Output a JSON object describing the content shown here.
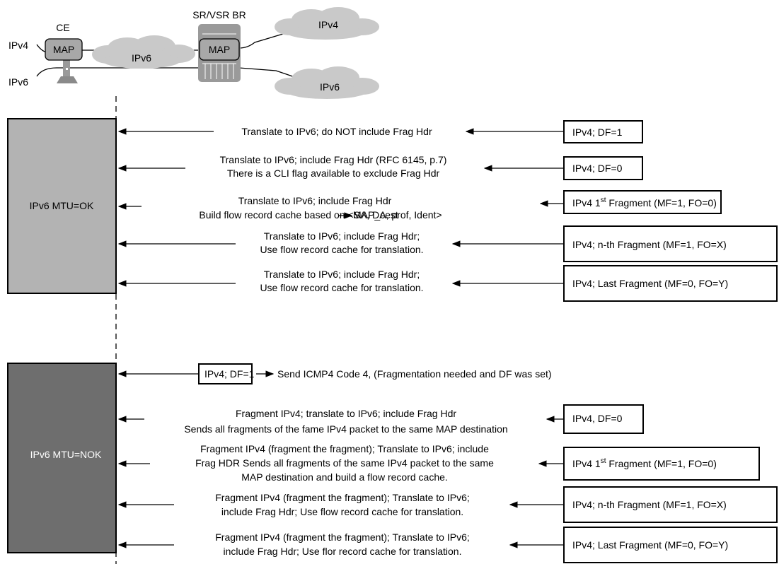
{
  "network": {
    "ce_label": "CE",
    "ce_map": "MAP",
    "br_label": "SR/VSR BR",
    "br_map": "MAP",
    "left_ipv4": "IPv4",
    "left_ipv6": "IPv6",
    "cloud_mid": "IPv6",
    "cloud_top_right": "IPv4",
    "cloud_bottom_right": "IPv6"
  },
  "ok_section": {
    "box_label": "IPv6 MTU=OK",
    "rows": [
      {
        "lines": [
          "Translate to IPv6; do NOT include Frag Hdr"
        ],
        "packet": "IPv4; DF=1"
      },
      {
        "lines": [
          "Translate to IPv6; include Frag Hdr (RFC 6145, p.7)",
          "There is a CLI flag available to exclude Frag Hdr"
        ],
        "packet": "IPv4; DF=0"
      },
      {
        "lines": [
          "Translate to IPv6; include Frag Hdr",
          "Build flow record cache based on <SA, DA, prof, Ident>"
        ],
        "cache_target": "MAP_cest",
        "packet_pre": "IPv4 1",
        "packet_sup": "st",
        "packet_post": " Fragment (MF=1, FO=0)"
      },
      {
        "lines": [
          "Translate to IPv6; include Frag Hdr;",
          "Use flow record cache for translation."
        ],
        "packet": "IPv4; n-th Fragment (MF=1, FO=X)"
      },
      {
        "lines": [
          "Translate to IPv6; include Frag Hdr;",
          "Use flow record cache for translation."
        ],
        "packet": "IPv4; Last Fragment (MF=0, FO=Y)"
      }
    ]
  },
  "nok_section": {
    "box_label": "IPv6 MTU=NOK",
    "first_row": {
      "packet": "IPv4; DF=1",
      "text": "Send ICMP4 Code 4, (Fragmentation needed and DF was set)"
    },
    "rows": [
      {
        "lines": [
          "Fragment IPv4; translate to IPv6; include Frag Hdr",
          "Sends all fragments of the fame IPv4 packet to the same MAP destination"
        ],
        "packet": "IPv4, DF=0"
      },
      {
        "lines": [
          "Fragment IPv4 (fragment the fragment); Translate to IPv6; include",
          "Frag HDR Sends all fragments of the same IPv4 packet to the same",
          "MAP destination and build a flow record cache."
        ],
        "packet_pre": "IPv4 1",
        "packet_sup": "st",
        "packet_post": " Fragment (MF=1, FO=0)"
      },
      {
        "lines": [
          "Fragment IPv4 (fragment the fragment); Translate to IPv6;",
          "include Frag Hdr; Use flow record cache for translation."
        ],
        "packet": "IPv4; n-th Fragment (MF=1, FO=X)"
      },
      {
        "lines": [
          "Fragment IPv4 (fragment the fragment); Translate to IPv6;",
          "include Frag Hdr; Use flor record cache for translation."
        ],
        "packet": "IPv4; Last Fragment (MF=0, FO=Y)"
      }
    ]
  },
  "colors": {
    "ok_box": "#b3b3b3",
    "nok_box": "#6e6e6e",
    "cloud": "#c9c9c9",
    "router": "#9a9a9a",
    "map_box": "#a8a8a8"
  }
}
